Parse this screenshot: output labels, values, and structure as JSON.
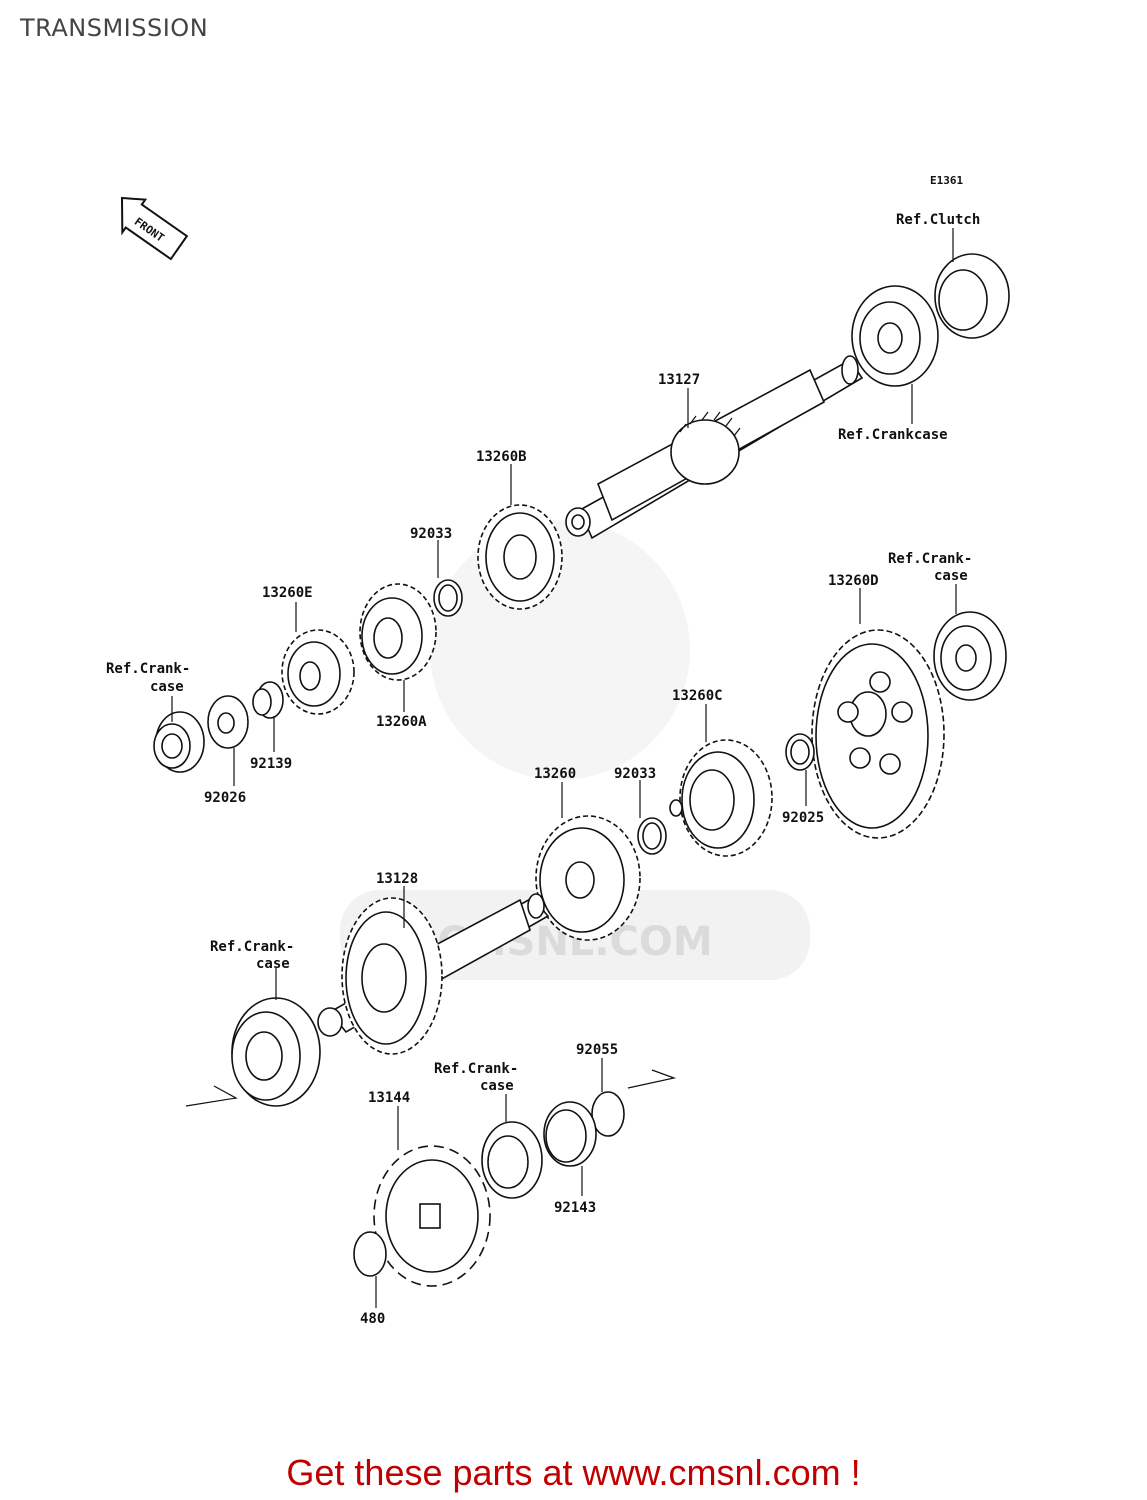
{
  "page": {
    "title": "TRANSMISSION"
  },
  "diagram": {
    "code": "E1361",
    "front_label": "FRONT",
    "labels": {
      "ref_clutch": "Ref.Clutch",
      "ref_crankcase_top": "Ref.Crankcase",
      "p13127": "13127",
      "p13260B": "13260B",
      "p92033_a": "92033",
      "p13260E": "13260E",
      "p13260A": "13260A",
      "ref_crank_left_1": "Ref.Crank-",
      "ref_crank_left_2": "case",
      "p92139": "92139",
      "p92026": "92026",
      "ref_crank_right_1": "Ref.Crank-",
      "ref_crank_right_2": "case",
      "p13260D": "13260D",
      "p13260C": "13260C",
      "p92033_b": "92033",
      "p13260": "13260",
      "p92025": "92025",
      "p13128": "13128",
      "ref_crank_lower_1": "Ref.Crank-",
      "ref_crank_lower_2": "case",
      "ref_crank_bottom_1": "Ref.Crank-",
      "ref_crank_bottom_2": "case",
      "p92055": "92055",
      "p13144": "13144",
      "p92143": "92143",
      "p480": "480"
    },
    "watermark": "CMSNL.COM"
  },
  "footer": {
    "cta_prefix": "Get these parts at ",
    "cta_link": "www.cmsnl.com",
    "cta_suffix": " !"
  }
}
